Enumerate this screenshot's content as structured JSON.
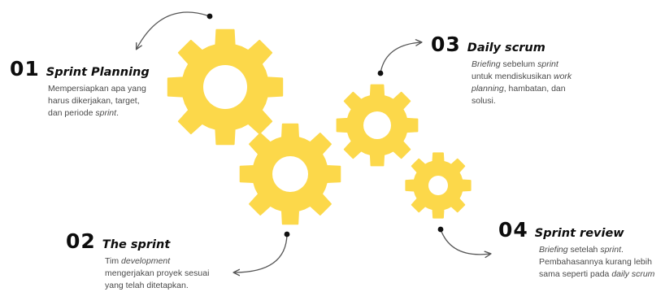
{
  "colors": {
    "gear": "#FCD84A",
    "text": "#0D0D0D",
    "muted": "#4A4A4A",
    "arrow": "#555555"
  },
  "steps": [
    {
      "number": "01",
      "title": "Sprint Planning",
      "desc": [
        [
          {
            "t": "Mempersiapkan apa yang"
          }
        ],
        [
          {
            "t": "harus dikerjakan, target,"
          }
        ],
        [
          {
            "t": "dan periode "
          },
          {
            "t": "sprint",
            "i": true
          },
          {
            "t": "."
          }
        ]
      ]
    },
    {
      "number": "02",
      "title": "The sprint",
      "desc": [
        [
          {
            "t": "Tim "
          },
          {
            "t": "development",
            "i": true
          }
        ],
        [
          {
            "t": "mengerjakan proyek sesuai"
          }
        ],
        [
          {
            "t": "yang telah ditetapkan."
          }
        ]
      ]
    },
    {
      "number": "03",
      "title": "Daily scrum",
      "desc": [
        [
          {
            "t": "Briefing",
            "i": true
          },
          {
            "t": " sebelum "
          },
          {
            "t": "sprint",
            "i": true
          }
        ],
        [
          {
            "t": "untuk mendiskusikan "
          },
          {
            "t": "work",
            "i": true
          }
        ],
        [
          {
            "t": "planning",
            "i": true
          },
          {
            "t": ", hambatan, dan"
          }
        ],
        [
          {
            "t": "solusi."
          }
        ]
      ]
    },
    {
      "number": "04",
      "title": "Sprint review",
      "desc": [
        [
          {
            "t": "Briefing",
            "i": true
          },
          {
            "t": " setelah "
          },
          {
            "t": "sprint",
            "i": true
          },
          {
            "t": "."
          }
        ],
        [
          {
            "t": "Pembahasannya kurang lebih"
          }
        ],
        [
          {
            "t": "sama seperti pada "
          },
          {
            "t": "daily scrum",
            "i": true
          }
        ]
      ]
    }
  ]
}
